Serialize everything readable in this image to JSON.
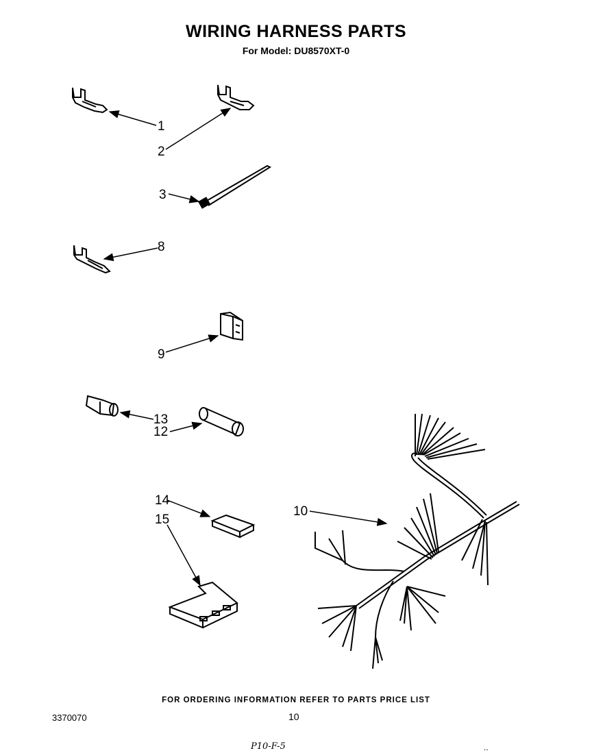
{
  "header": {
    "title": "WIRING HARNESS PARTS",
    "subtitle": "For Model: DU8570XT-0"
  },
  "callouts": {
    "c1": "1",
    "c2": "2",
    "c3": "3",
    "c8": "8",
    "c9": "9",
    "c13": "13",
    "c12": "12",
    "c14": "14",
    "c15": "15",
    "c10": "10"
  },
  "footer": {
    "note": "FOR ORDERING INFORMATION REFER TO PARTS PRICE LIST",
    "doc_number": "3370070",
    "page_number": "10",
    "handwritten": "P10-F-5",
    "dots": ".."
  }
}
